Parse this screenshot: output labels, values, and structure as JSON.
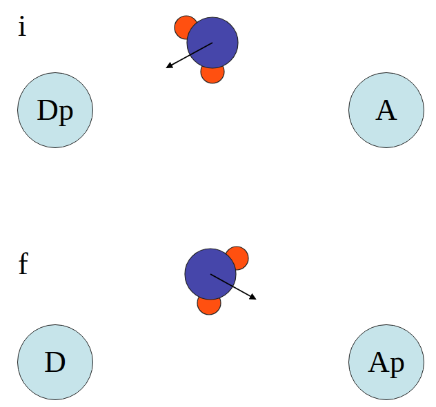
{
  "diagram": {
    "nodes": [
      {
        "text": [
          "Dp"
        ]
      },
      {
        "text": [
          "A"
        ]
      },
      {
        "text": [
          "D"
        ]
      },
      {
        "text": [
          "Ap"
        ]
      }
    ],
    "labels": [
      "i",
      "f"
    ]
  }
}
